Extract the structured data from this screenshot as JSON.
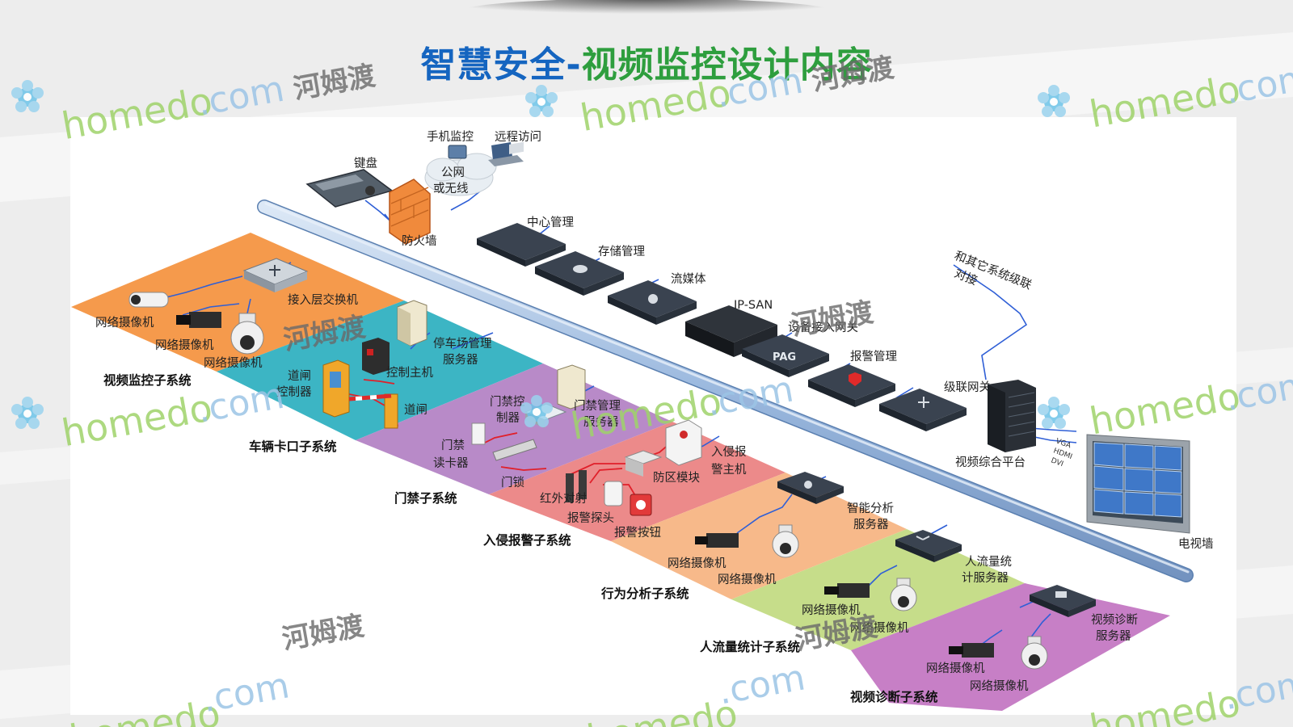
{
  "title": {
    "part1": "智慧安全-",
    "part2": "视频监控设计内容"
  },
  "colors": {
    "title_blue": "#1565c0",
    "title_green": "#2e9e3e",
    "bus": "#a9c4e6",
    "bus_stroke": "#5a7fb0",
    "link_blue": "#2f5fd6",
    "link_red": "#e0202a",
    "zone_video": "#f59a4c",
    "zone_vehicle": "#3cb5c4",
    "zone_access": "#b88ac8",
    "zone_intrusion": "#ec8a8a",
    "zone_behavior": "#f7b98a",
    "zone_flow": "#c6dd8a",
    "zone_diag": "#c77fc6"
  },
  "top": {
    "mobile_monitor": "手机监控",
    "remote_access": "远程访问",
    "keyboard": "键盘",
    "public_net_1": "公网",
    "public_net_2": "或无线",
    "firewall": "防火墙",
    "other_link_1": "和其它系统级联",
    "other_link_2": "对接"
  },
  "servers": {
    "center_mgmt": "中心管理",
    "storage_mgmt": "存储管理",
    "stream_media": "流媒体",
    "ipsan": "IP-SAN",
    "pag_text": "PAG",
    "access_gateway": "设备接入网关",
    "alarm_mgmt": "报警管理",
    "cascade_gateway": "级联网关",
    "video_platform": "视频综合平台",
    "tv_wall": "电视墙",
    "signal_vga": "VGA",
    "signal_hdmi": "HDMI",
    "signal_dvi": "DVI"
  },
  "zones": {
    "video": {
      "title": "视频监控子系统",
      "switch": "接入层交换机",
      "camera1": "网络摄像机",
      "camera2": "网络摄像机",
      "camera3": "网络摄像机"
    },
    "vehicle": {
      "title": "车辆卡口子系统",
      "parking_server_1": "停车场管理",
      "parking_server_2": "服务器",
      "control_host": "控制主机",
      "gate_ctrl_1": "道闸",
      "gate_ctrl_2": "控制器",
      "gate": "道闸"
    },
    "access": {
      "title": "门禁子系统",
      "ctrl_1": "门禁控",
      "ctrl_2": "制器",
      "server_1": "门禁管理",
      "server_2": "服务器",
      "reader_1": "门禁",
      "reader_2": "读卡器",
      "lock": "门锁"
    },
    "intrusion": {
      "title": "入侵报警子系统",
      "host_1": "入侵报",
      "host_2": "警主机",
      "module": "防区模块",
      "ir": "红外对射",
      "detector": "报警探头",
      "button": "报警按钮"
    },
    "behavior": {
      "title": "行为分析子系统",
      "server_1": "智能分析",
      "server_2": "服务器",
      "camera1": "网络摄像机",
      "camera2": "网络摄像机"
    },
    "flow": {
      "title": "人流量统计子系统",
      "server_1": "人流量统",
      "server_2": "计服务器",
      "camera1": "网络摄像机",
      "camera2": "网络摄像机"
    },
    "diag": {
      "title": "视频诊断子系统",
      "server_1": "视频诊断",
      "server_2": "服务器",
      "camera1": "网络摄像机",
      "camera2": "网络摄像机"
    }
  },
  "watermark": {
    "brand": "homedo",
    "domain": ".com",
    "cn": "河姆渡"
  }
}
